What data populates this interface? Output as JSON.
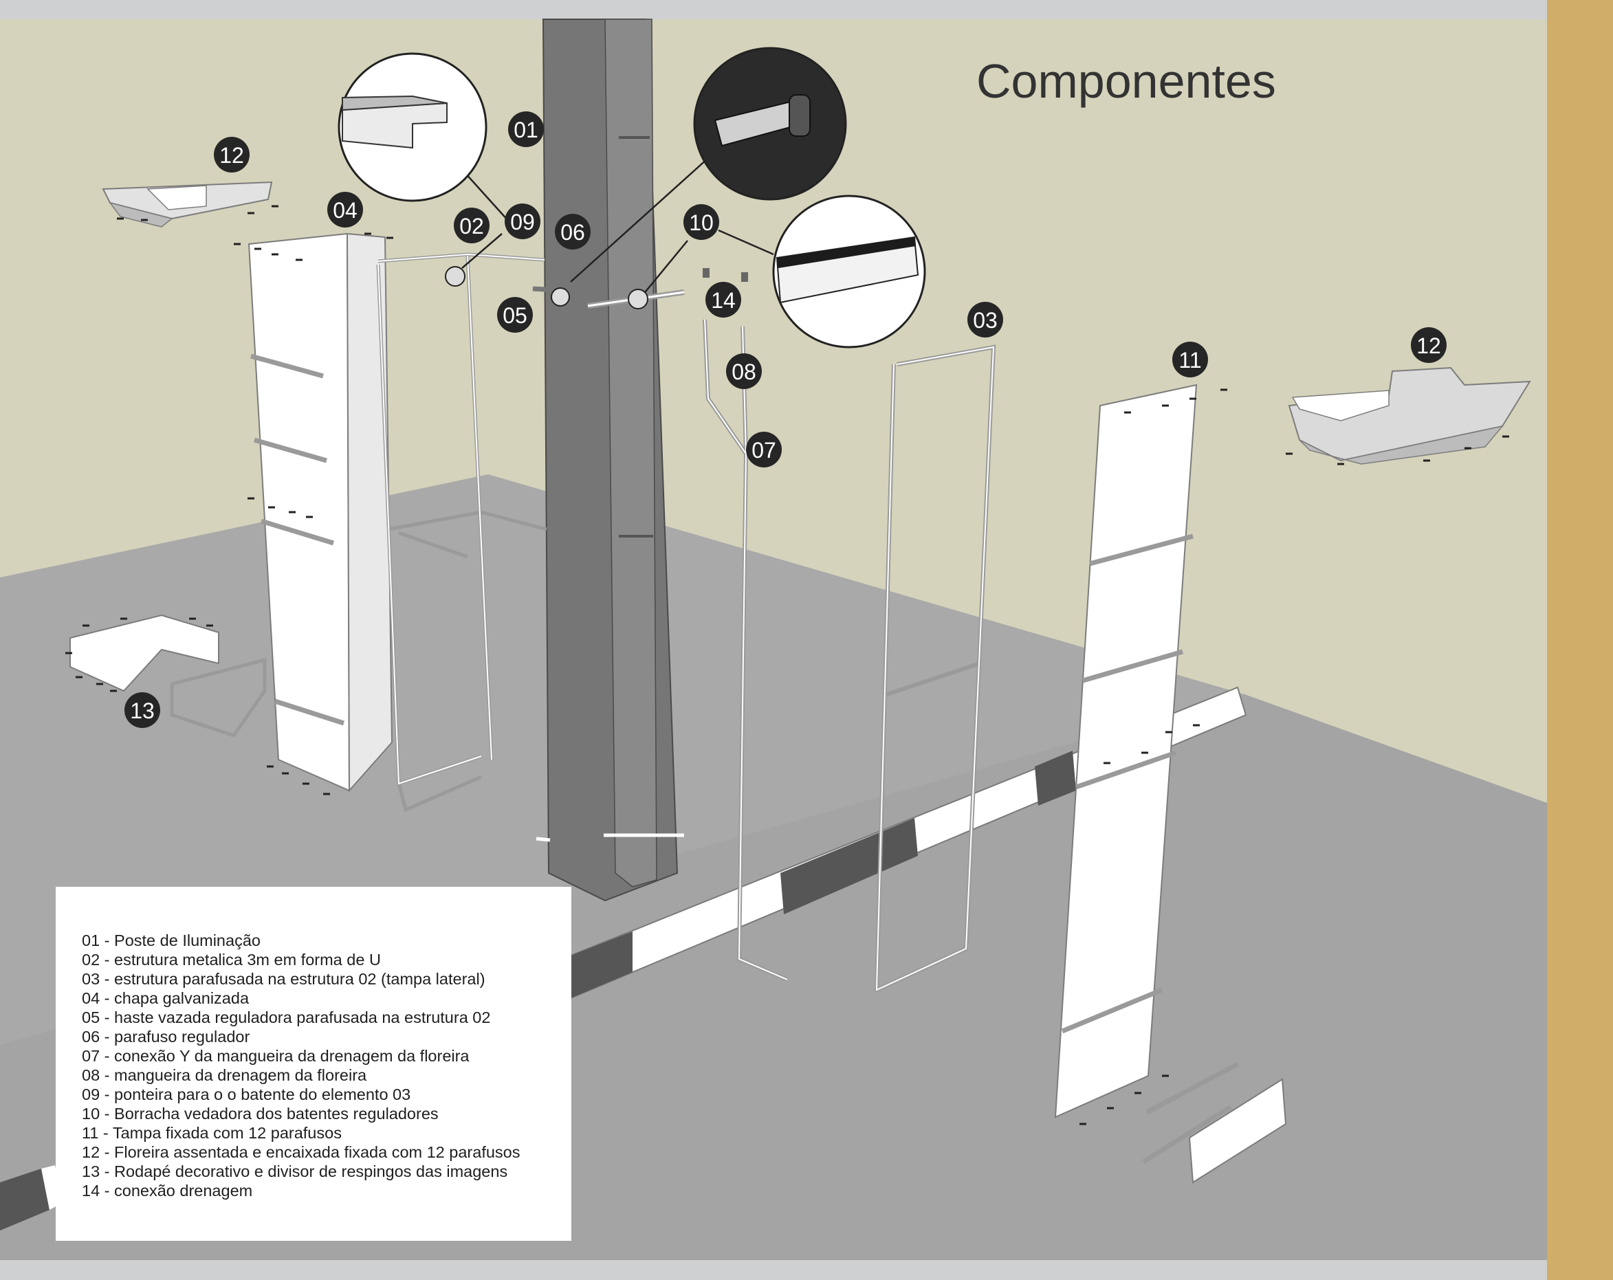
{
  "title": "Componentes",
  "colors": {
    "wall": "#d5d3bb",
    "floor": "#a9a9a9",
    "curb": "#9c9c9c",
    "pole": "#767676",
    "sidebar": "#d0ad69",
    "callout_fill": "#262626",
    "callout_text": "#ffffff"
  },
  "callouts": [
    {
      "id": "c-01",
      "label": "01"
    },
    {
      "id": "c-02",
      "label": "02"
    },
    {
      "id": "c-03",
      "label": "03"
    },
    {
      "id": "c-04",
      "label": "04"
    },
    {
      "id": "c-05",
      "label": "05"
    },
    {
      "id": "c-06",
      "label": "06"
    },
    {
      "id": "c-07",
      "label": "07"
    },
    {
      "id": "c-08",
      "label": "08"
    },
    {
      "id": "c-09",
      "label": "09"
    },
    {
      "id": "c-10",
      "label": "10"
    },
    {
      "id": "c-11",
      "label": "11"
    },
    {
      "id": "c-12a",
      "label": "12"
    },
    {
      "id": "c-12b",
      "label": "12"
    },
    {
      "id": "c-13",
      "label": "13"
    },
    {
      "id": "c-14",
      "label": "14"
    }
  ],
  "legend": [
    "01 - Poste de Iluminação",
    "02 - estrutura metalica 3m em forma de U",
    "03 - estrutura parafusada na estrutura 02 (tampa lateral)",
    "04 - chapa galvanizada",
    "05 - haste vazada reguladora parafusada na estrutura 02",
    "06 - parafuso regulador",
    "07 - conexão Y da mangueira da drenagem da floreira",
    "08 - mangueira da drenagem da floreira",
    "09 - ponteira para o o batente do elemento 03",
    "10 - Borracha vedadora dos batentes reguladores",
    "11 - Tampa fixada com 12 parafusos",
    "12 - Floreira assentada e encaixada fixada com 12 parafusos",
    "13 - Rodapé decorativo e divisor de respingos das imagens",
    "14 - conexão drenagem"
  ]
}
